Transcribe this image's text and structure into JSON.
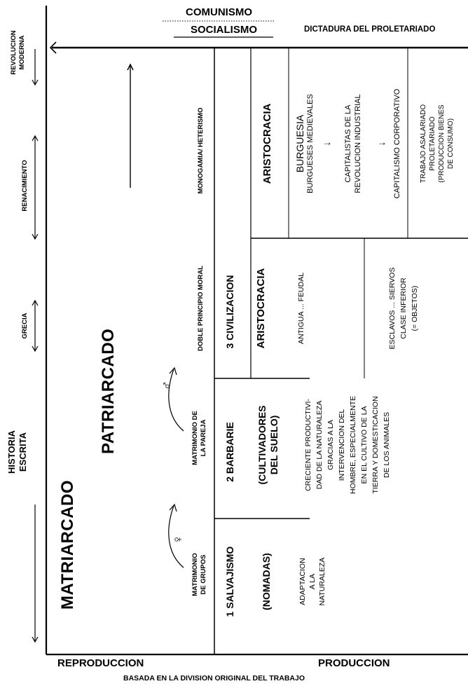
{
  "top": {
    "comunismo": "COMUNISMO",
    "socialismo": "SOCIALISMO",
    "dictadura": "DICTADURA DEL  PROLETARIADO"
  },
  "left_column": {
    "revolucion_moderna": "REVOLUCION\nMODERNA",
    "renacimiento": "RENACIMIENTO",
    "grecia": "GRECIA",
    "historia_escrita": "HISTORIA\nESCRITA"
  },
  "band1": {
    "matriarcado": "MATRIARCADO",
    "patriarcado": "PATRIARCADO",
    "female_symbol": "♀",
    "male_symbol": "♂"
  },
  "band2": {
    "matrimonio_grupos": "MATRIMONIO\nDE GRUPOS",
    "matrimonio_pareja": "MATRIMONIO DE\nLA PAREJA",
    "doble_principio": "DOBLE PRINCIPIO MORAL",
    "monogamia": "MONOGAMIA/ HETERISMO"
  },
  "stages": {
    "salvajismo": "1  SALVAJISMO",
    "barbarie": "2  BARBARIE",
    "civilizacion": "3  CIVILIZACION",
    "aristocracia_1": "ARISTOCRACIA",
    "aristocracia_2": "ARISTOCRACIA",
    "nomadas": "(NOMADAS)",
    "cultivadores": "(CULTIVADORES\nDEL SUELO)",
    "antigua_feudal": "ANTIGUA ... FEUDAL",
    "burguesia": "BURGUESIA",
    "burgueses_medievales": "BURGUESES MEDIEVALES",
    "capitalistas": "CAPITALISTAS DE LA\nREVOLUCION INDUSTRIAL",
    "capitalismo_corporativo": "CAPITALISMO CORPORATIVO",
    "adaptacion": "ADAPTACION\nA LA\nNATURALEZA",
    "creciente": "CRECIENTE PRODUCTIVI-\nDAD DE LA NATURALEZA\nGRACIAS A LA\nINTERVENCION DEL\nHOMBRE, ESPECIALMENTE\nEN EL CULTIVO DE LA\nTIERRA Y DOMESTICACION\nDE LOS ANIMALES",
    "esclavos": "ESCLAVOS ... SIERVOS\nCLASE INFERIOR\n(= OBJETOS)",
    "trabajo": "TRABAJO ASALARIADO\nPROLETARIADO\n(PRODUCCION BIENES\nDE CONSUMO)"
  },
  "bottom": {
    "reproduccion": "REPRODUCCION",
    "produccion": "PRODUCCION",
    "basada": "BASADA EN LA DIVISION ORIGINAL DEL TRABAJO"
  }
}
